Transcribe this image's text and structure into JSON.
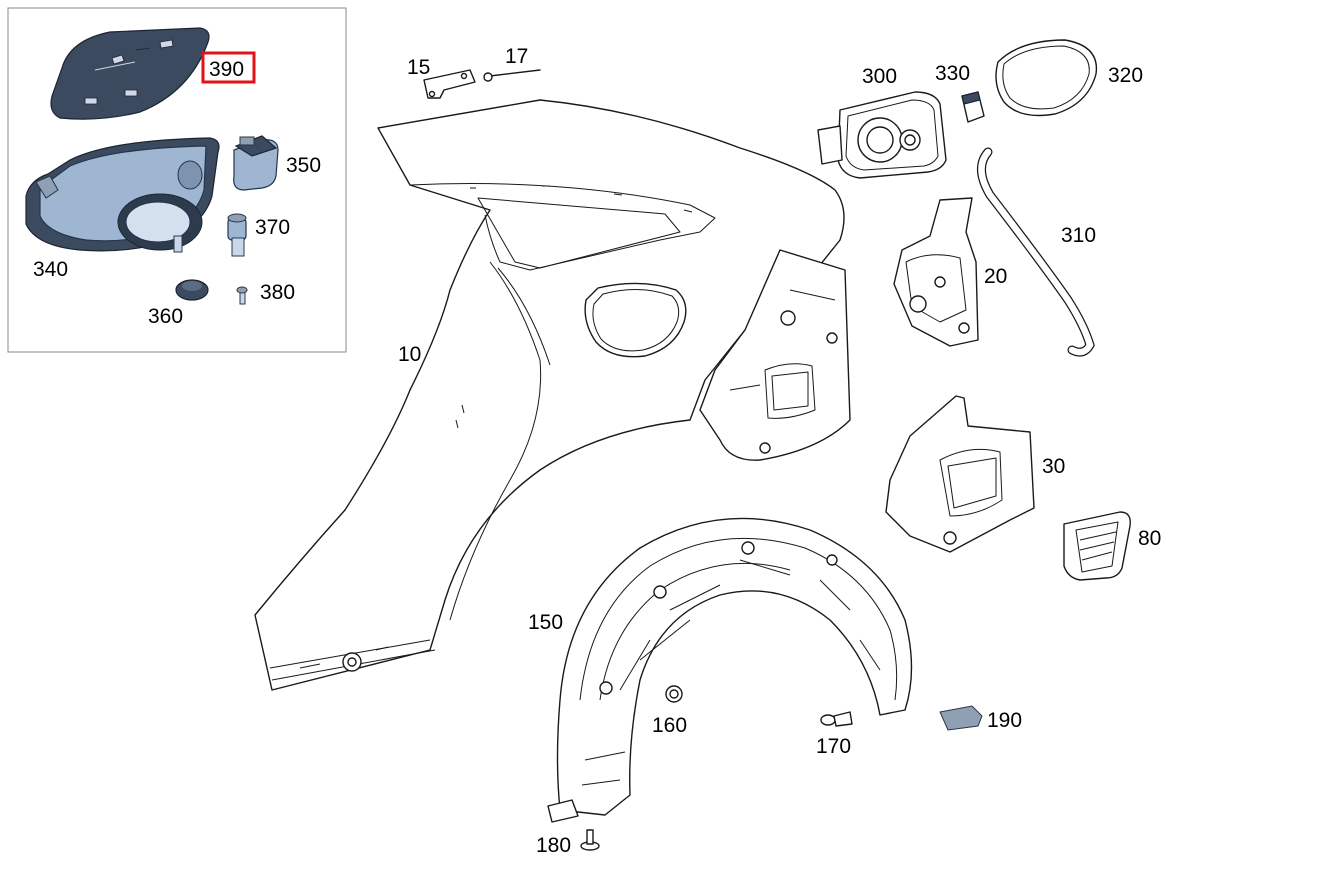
{
  "inset": {
    "labels": [
      {
        "id": "390",
        "text": "390",
        "highlighted": true
      },
      {
        "id": "350",
        "text": "350"
      },
      {
        "id": "370",
        "text": "370"
      },
      {
        "id": "340",
        "text": "340"
      },
      {
        "id": "380",
        "text": "380"
      },
      {
        "id": "360",
        "text": "360"
      }
    ]
  },
  "parts": {
    "labels": [
      {
        "id": "15",
        "text": "15"
      },
      {
        "id": "17",
        "text": "17"
      },
      {
        "id": "300",
        "text": "300"
      },
      {
        "id": "330",
        "text": "330"
      },
      {
        "id": "320",
        "text": "320"
      },
      {
        "id": "310",
        "text": "310"
      },
      {
        "id": "20",
        "text": "20"
      },
      {
        "id": "10",
        "text": "10"
      },
      {
        "id": "30",
        "text": "30"
      },
      {
        "id": "80",
        "text": "80"
      },
      {
        "id": "150",
        "text": "150"
      },
      {
        "id": "160",
        "text": "160"
      },
      {
        "id": "170",
        "text": "170"
      },
      {
        "id": "190",
        "text": "190"
      },
      {
        "id": "180",
        "text": "180"
      }
    ]
  },
  "colors": {
    "highlight": "#e0131a",
    "part_blue": "#9fb6d2",
    "part_dark": "#3b4a5e"
  }
}
